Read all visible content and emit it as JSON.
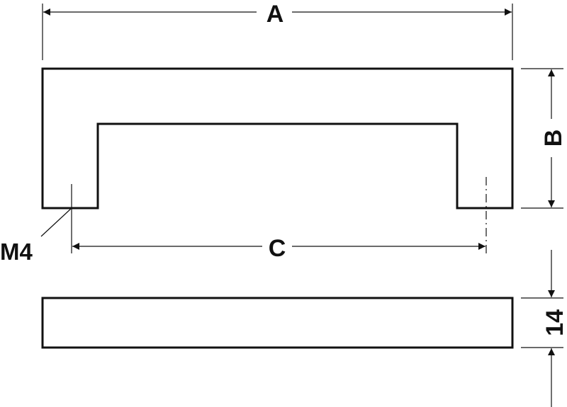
{
  "labels": {
    "a": "A",
    "b": "B",
    "c": "C",
    "m4": "M4",
    "thickness": "14"
  },
  "colors": {
    "stroke": "#111111",
    "background": "#ffffff"
  }
}
